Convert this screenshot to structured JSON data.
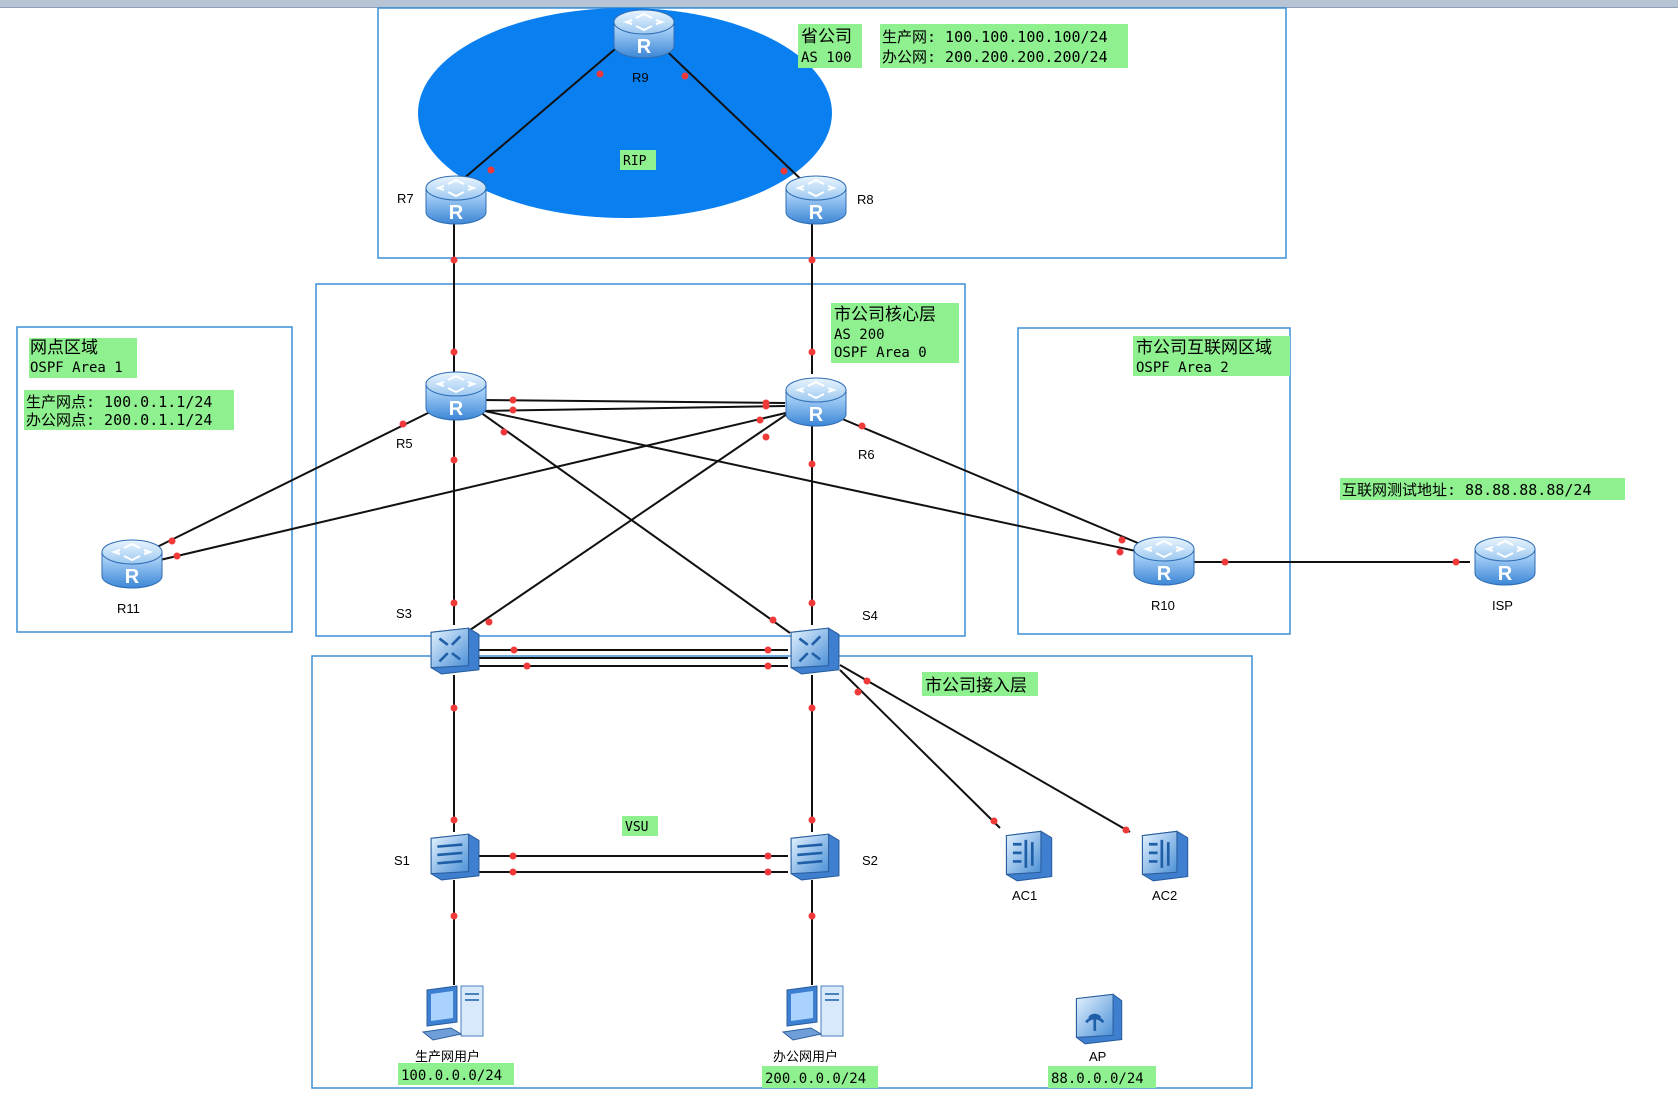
{
  "zones": {
    "province": {
      "title": "省公司",
      "as": "AS 100",
      "net_prod": "生产网: 100.100.100.100/24",
      "net_office": "办公网: 200.200.200.200/24",
      "rip": "RIP"
    },
    "branch": {
      "title": "网点区域",
      "ospf": "OSPF Area 1",
      "net_prod": "生产网点: 100.0.1.1/24",
      "net_office": "办公网点: 200.0.1.1/24"
    },
    "core": {
      "title": "市公司核心层",
      "as": "AS 200",
      "ospf": "OSPF Area 0"
    },
    "internet": {
      "title": "市公司互联网区域",
      "ospf": "OSPF Area 2",
      "test_addr": "互联网测试地址: 88.88.88.88/24"
    },
    "access": {
      "title": "市公司接入层",
      "vsu": "VSU"
    }
  },
  "devices": {
    "R9": "R9",
    "R7": "R7",
    "R8": "R8",
    "R5": "R5",
    "R6": "R6",
    "R10": "R10",
    "R11": "R11",
    "ISP": "ISP",
    "S3": "S3",
    "S4": "S4",
    "S1": "S1",
    "S2": "S2",
    "AC1": "AC1",
    "AC2": "AC2",
    "AP": "AP",
    "pc_prod": "生产网用户",
    "pc_office": "办公网用户"
  },
  "subnets": {
    "prod": "100.0.0.0/24",
    "office": "200.0.0.0/24",
    "ap": "88.0.0.0/24"
  },
  "colors": {
    "zone_border": "#3b8fd8",
    "ellipse": "#0a7ff0",
    "label_bg": "#8ff08f",
    "port": "#f03a3a",
    "link": "#111111"
  }
}
